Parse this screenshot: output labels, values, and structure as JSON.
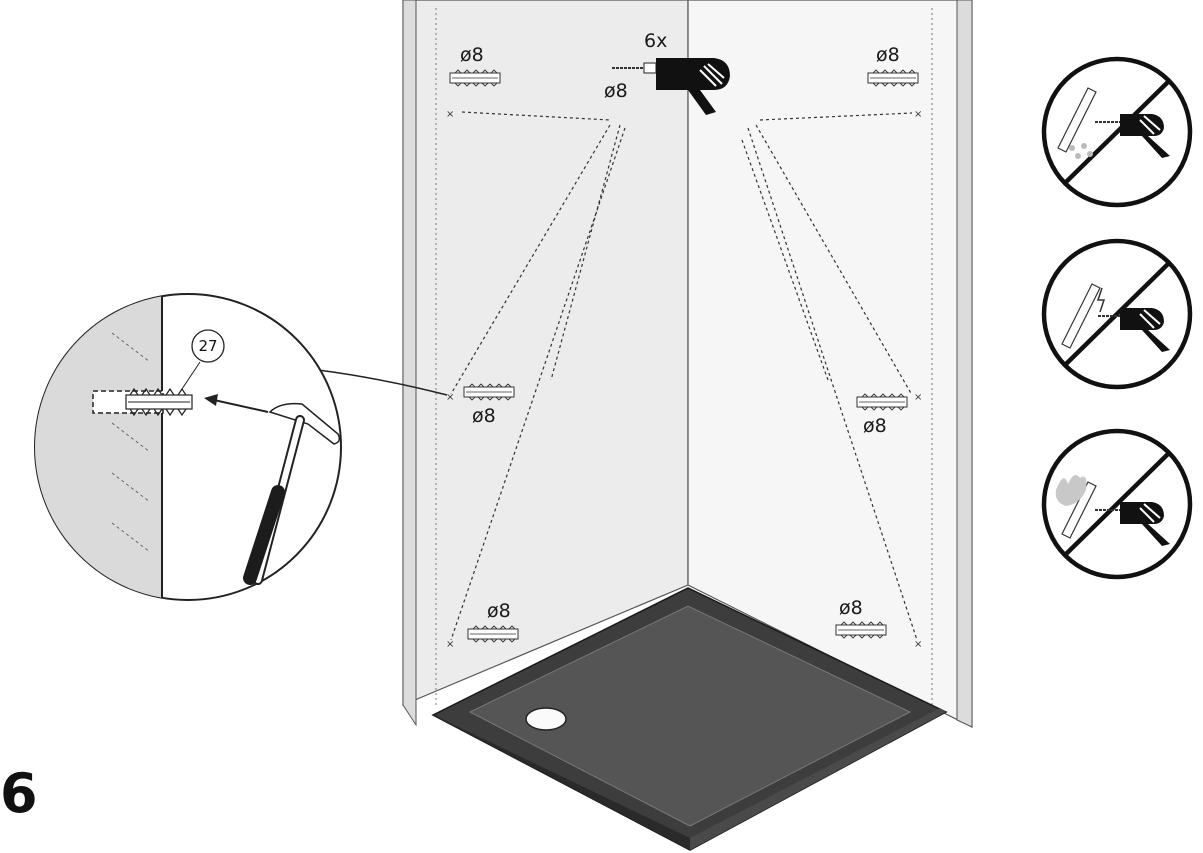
{
  "step_number": "6",
  "drill": {
    "quantity": "6x",
    "diameter": "ø8"
  },
  "anchors": {
    "top_left": "ø8",
    "top_right": "ø8",
    "mid_left": "ø8",
    "mid_right": "ø8",
    "bottom_left": "ø8",
    "bottom_right": "ø8"
  },
  "detail": {
    "part_number": "27"
  },
  "warnings": [
    {
      "name": "water-pipe"
    },
    {
      "name": "electrical-cable"
    },
    {
      "name": "gas-pipe"
    }
  ]
}
